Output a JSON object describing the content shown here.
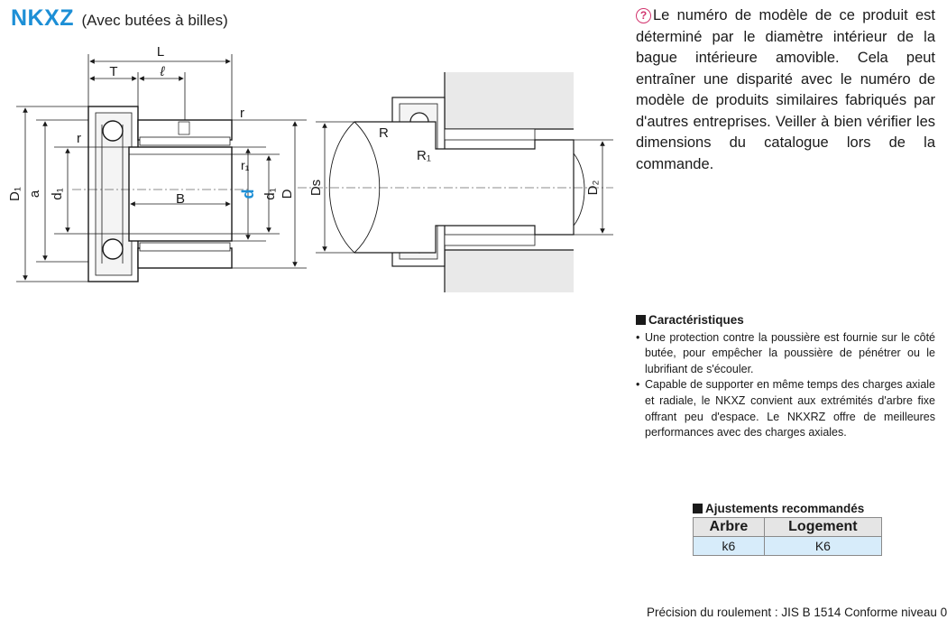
{
  "title": {
    "model": "NKXZ",
    "subtitle": "(Avec butées à billes)"
  },
  "notice": {
    "icon": "info-pin-icon",
    "text": "Le numéro de modèle de ce produit est déterminé par le diamètre intérieur de la bague intérieure amovible. Cela peut entraîner une disparité avec le numéro de modèle de produits similaires fabriqués par d'autres entreprises. Veiller à bien vérifier les dimensions du catalogue lors de la commande."
  },
  "diagram": {
    "labels": {
      "L": "L",
      "T": "T",
      "l": "ℓ",
      "r": "r",
      "r1": "r₁",
      "B": "B",
      "D1": "D₁",
      "a": "a",
      "d1": "d₁",
      "d": "d",
      "D": "D",
      "Ds": "Ds",
      "R": "R",
      "R1": "R₁",
      "D2": "D₂"
    }
  },
  "features": {
    "heading": "Caractéristiques",
    "items": [
      "Une protection contre la poussière est fournie sur le côté butée, pour empêcher la poussière de pénétrer ou le lubrifiant de s'écouler.",
      "Capable de supporter en même temps des charges axiale et radiale, le NKXZ convient aux extrémités d'arbre fixe offrant peu d'espace. Le NKXRZ offre de meilleures performances avec des charges axiales."
    ]
  },
  "fit": {
    "caption": "Ajustements recommandés",
    "headers": [
      "Arbre",
      "Logement"
    ],
    "values": [
      "k6",
      "K6"
    ]
  },
  "precision": "Précision du roulement : JIS B 1514 Conforme niveau 0",
  "colors": {
    "accent": "#1d8fd6",
    "icon": "#d2346e",
    "table_row": "#d7ecfa",
    "table_header": "#e5e5e5"
  }
}
